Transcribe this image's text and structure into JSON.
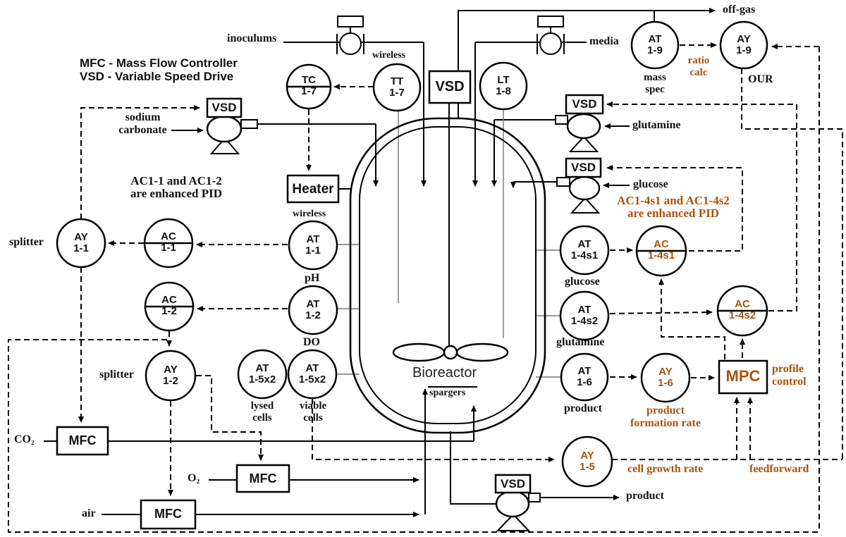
{
  "legend": {
    "line1": "MFC - Mass Flow Controller",
    "line2": "VSD - Variable Speed Drive"
  },
  "notes": {
    "pid_black_1": "AC1-1 and AC1-2",
    "pid_black_2": "are enhanced PID",
    "pid_orange_1": "AC1-4s1 and AC1-4s2",
    "pid_orange_2": "are enhanced PID"
  },
  "boxes": {
    "vsd": "VSD",
    "heater": "Heater",
    "mfc": "MFC",
    "mpc": "MPC"
  },
  "instruments": {
    "tc17": {
      "tag": "TC",
      "num": "1-7"
    },
    "tt17": {
      "tag": "TT",
      "num": "1-7"
    },
    "lt18": {
      "tag": "LT",
      "num": "1-8"
    },
    "at19": {
      "tag": "AT",
      "num": "1-9"
    },
    "ay19": {
      "tag": "AY",
      "num": "1-9"
    },
    "ay11": {
      "tag": "AY",
      "num": "1-1"
    },
    "ac11": {
      "tag": "AC",
      "num": "1-1"
    },
    "ac12": {
      "tag": "AC",
      "num": "1-2"
    },
    "ay12": {
      "tag": "AY",
      "num": "1-2"
    },
    "at11": {
      "tag": "AT",
      "num": "1-1"
    },
    "at12": {
      "tag": "AT",
      "num": "1-2"
    },
    "at15_lysed": {
      "tag": "AT",
      "num": "1-5x2"
    },
    "at15_viable": {
      "tag": "AT",
      "num": "1-5x2"
    },
    "at14s1": {
      "tag": "AT",
      "num": "1-4s1"
    },
    "at14s2": {
      "tag": "AT",
      "num": "1-4s2"
    },
    "at16": {
      "tag": "AT",
      "num": "1-6"
    },
    "ac14s1": {
      "tag": "AC",
      "num": "1-4s1"
    },
    "ac14s2": {
      "tag": "AC",
      "num": "1-4s2"
    },
    "ay16": {
      "tag": "AY",
      "num": "1-6"
    },
    "ay15": {
      "tag": "AY",
      "num": "1-5"
    }
  },
  "labels": {
    "inoculums": "inoculums",
    "media": "media",
    "off_gas": "off-gas",
    "our": "OUR",
    "mass_spec_1": "mass",
    "mass_spec_2": "spec",
    "ratio_calc_1": "ratio",
    "ratio_calc_2": "calc",
    "wireless_tt": "wireless",
    "wireless_at": "wireless",
    "sodium_1": "sodium",
    "sodium_2": "carbonate",
    "glutamine_feed": "glutamine",
    "glucose_feed": "glucose",
    "splitter_1": "splitter",
    "splitter_2": "splitter",
    "ph": "pH",
    "do": "DO",
    "lysed_1": "lysed",
    "lysed_2": "cells",
    "viable_1": "viable",
    "viable_2": "cells",
    "glucose_sensor": "glucose",
    "glutamine_sensor": "glutamine",
    "product_sensor": "product",
    "bioreactor": "Bioreactor",
    "spargers": "spargers",
    "product_formation_1": "product",
    "product_formation_2": "formation rate",
    "cell_growth": "cell growth rate",
    "feedforward": "feedforward",
    "profile_1": "profile",
    "profile_2": "control",
    "co2": "CO₂",
    "o2": "O₂",
    "air": "air",
    "product_out": "product"
  },
  "colors": {
    "accent": "#A9530E",
    "line": "#000000",
    "sensor_stub": "#777777"
  }
}
